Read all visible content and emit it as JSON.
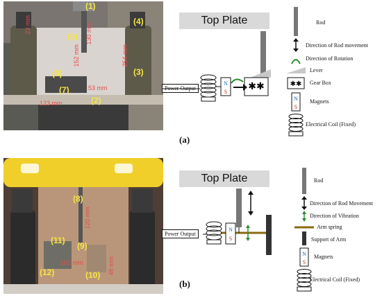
{
  "panel_a": {
    "caption": "(a)",
    "photo_labels": [
      "(1)",
      "(2)",
      "(3)",
      "(4)",
      "(5)",
      "(6)",
      "(7)"
    ],
    "dimensions": [
      "23 mm",
      "130 mm",
      "152 mm",
      "254 mm",
      "53 mm",
      "123 mm"
    ],
    "schematic": {
      "top_plate": "Top Plate",
      "power_output": "Power Output",
      "magnet_top": "N",
      "magnet_bottom": "S"
    },
    "legend": [
      {
        "icon": "rod-icon",
        "label": "Rod"
      },
      {
        "icon": "double-arrow-icon",
        "label": "Direction of Rod movement"
      },
      {
        "icon": "rotation-arrow-icon",
        "label": "Direction of Rotation"
      },
      {
        "icon": "lever-icon",
        "label": "Lever"
      },
      {
        "icon": "gear-box-icon",
        "label": "Gear Box"
      },
      {
        "icon": "magnet-icon",
        "label": "Magnets"
      },
      {
        "icon": "coil-icon",
        "label": "Electrical Coil (Fixed)"
      }
    ]
  },
  "panel_b": {
    "caption": "(b)",
    "photo_labels": [
      "(8)",
      "(9)",
      "(10)",
      "(11)",
      "(12)"
    ],
    "dimensions": [
      "120 mm",
      "102 mm",
      "48 mm"
    ],
    "schematic": {
      "top_plate": "Top Plate",
      "power_output": "Power Output",
      "magnet_top": "N",
      "magnet_bottom": "S"
    },
    "legend": [
      {
        "icon": "rod-icon",
        "label": "Rod"
      },
      {
        "icon": "double-arrow-icon",
        "label": "Direction of Rod Movement"
      },
      {
        "icon": "vibration-arrow-icon",
        "label": "Direction of Vibration"
      },
      {
        "icon": "arm-spring-icon",
        "label": "Arm spring"
      },
      {
        "icon": "arm-support-icon",
        "label": "Support of Arm"
      },
      {
        "icon": "magnet-icon",
        "label": "Magnets"
      },
      {
        "icon": "coil-icon",
        "label": "Electrical Coil (Fixed)"
      }
    ]
  }
}
